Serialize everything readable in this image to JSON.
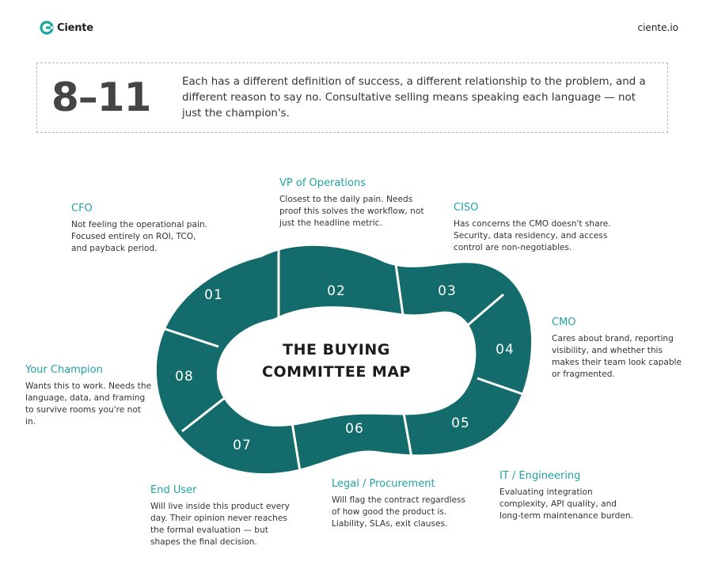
{
  "header": {
    "brand_name": "Ciente",
    "site_url": "ciente.io"
  },
  "stat": {
    "number": "8–11",
    "text": "Each has a different definition of success, a different relationship to the problem, and a different reason to say no. Consultative selling means speaking each language — not just the champion's."
  },
  "map": {
    "title_line1": "THE BUYING",
    "title_line2": "COMMITTEE MAP",
    "segments": [
      "01",
      "02",
      "03",
      "04",
      "05",
      "06",
      "07",
      "08"
    ]
  },
  "roles": [
    {
      "title": "CFO",
      "desc": "Not feeling the operational pain. Focused entirely on ROI, TCO, and payback period."
    },
    {
      "title": "VP of Operations",
      "desc": "Closest to the daily pain. Needs proof this solves the workflow, not just the headline metric."
    },
    {
      "title": "CISO",
      "desc": "Has concerns the CMO doesn't share. Security, data residency, and access control are non-negotiables."
    },
    {
      "title": "CMO",
      "desc": "Cares about brand, reporting visibility, and whether this makes their team look capable or fragmented."
    },
    {
      "title": "IT / Engineering",
      "desc": "Evaluating integration complexity, API quality, and long-term maintenance burden."
    },
    {
      "title": "Legal / Procurement",
      "desc": "Will flag the contract regardless of how good the product is. Liability, SLAs, exit clauses."
    },
    {
      "title": "End User",
      "desc": "Will live inside this product every day. Their opinion never reaches the formal evaluation — but shapes the final decision."
    },
    {
      "title": "Your Champion",
      "desc": "Wants this to work. Needs the language, data, and framing to survive rooms you're not in."
    }
  ],
  "colors": {
    "ring": "#136b6b",
    "accent": "#21a3a3",
    "brand_icon": "#1aa6a0"
  }
}
